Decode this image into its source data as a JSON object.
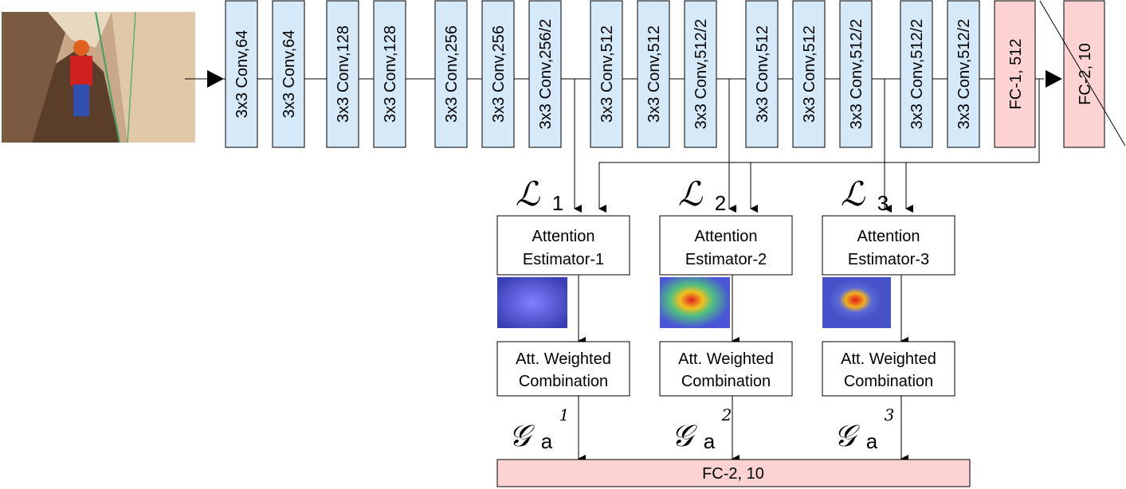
{
  "conv_layers": [
    "3x3 Conv,64",
    "3x3 Conv,64",
    "3x3 Conv,128",
    "3x3 Conv,128",
    "3x3 Conv,256",
    "3x3 Conv,256",
    "3x3 Conv,256/2",
    "3x3 Conv,512",
    "3x3 Conv,512",
    "3x3 Conv,512/2",
    "3x3 Conv,512",
    "3x3 Conv,512",
    "3x3 Conv,512/2",
    "3x3 Conv,512/2",
    "3x3 Conv,512/2"
  ],
  "fc1_label": "FC-1, 512",
  "fc2_crossed_label": "FC-2, 10",
  "fc2_bottom_label": "FC-2, 10",
  "branches": [
    {
      "loss_symbol": "ℒ",
      "loss_index": "1",
      "estimator_line1": "Attention",
      "estimator_line2": "Estimator-1",
      "combo_line1": "Att. Weighted",
      "combo_line2": "Combination",
      "g_symbol": "𝒢",
      "g_sub": "a",
      "g_sup": "1"
    },
    {
      "loss_symbol": "ℒ",
      "loss_index": "2",
      "estimator_line1": "Attention",
      "estimator_line2": "Estimator-2",
      "combo_line1": "Att. Weighted",
      "combo_line2": "Combination",
      "g_symbol": "𝒢",
      "g_sub": "a",
      "g_sup": "2"
    },
    {
      "loss_symbol": "ℒ",
      "loss_index": "3",
      "estimator_line1": "Attention",
      "estimator_line2": "Estimator-3",
      "combo_line1": "Att. Weighted",
      "combo_line2": "Combination",
      "g_symbol": "𝒢",
      "g_sub": "a",
      "g_sup": "3"
    }
  ],
  "colors": {
    "conv_fill": "#d6e9f8",
    "fc_fill": "#fcd3d2",
    "line": "#000000"
  }
}
